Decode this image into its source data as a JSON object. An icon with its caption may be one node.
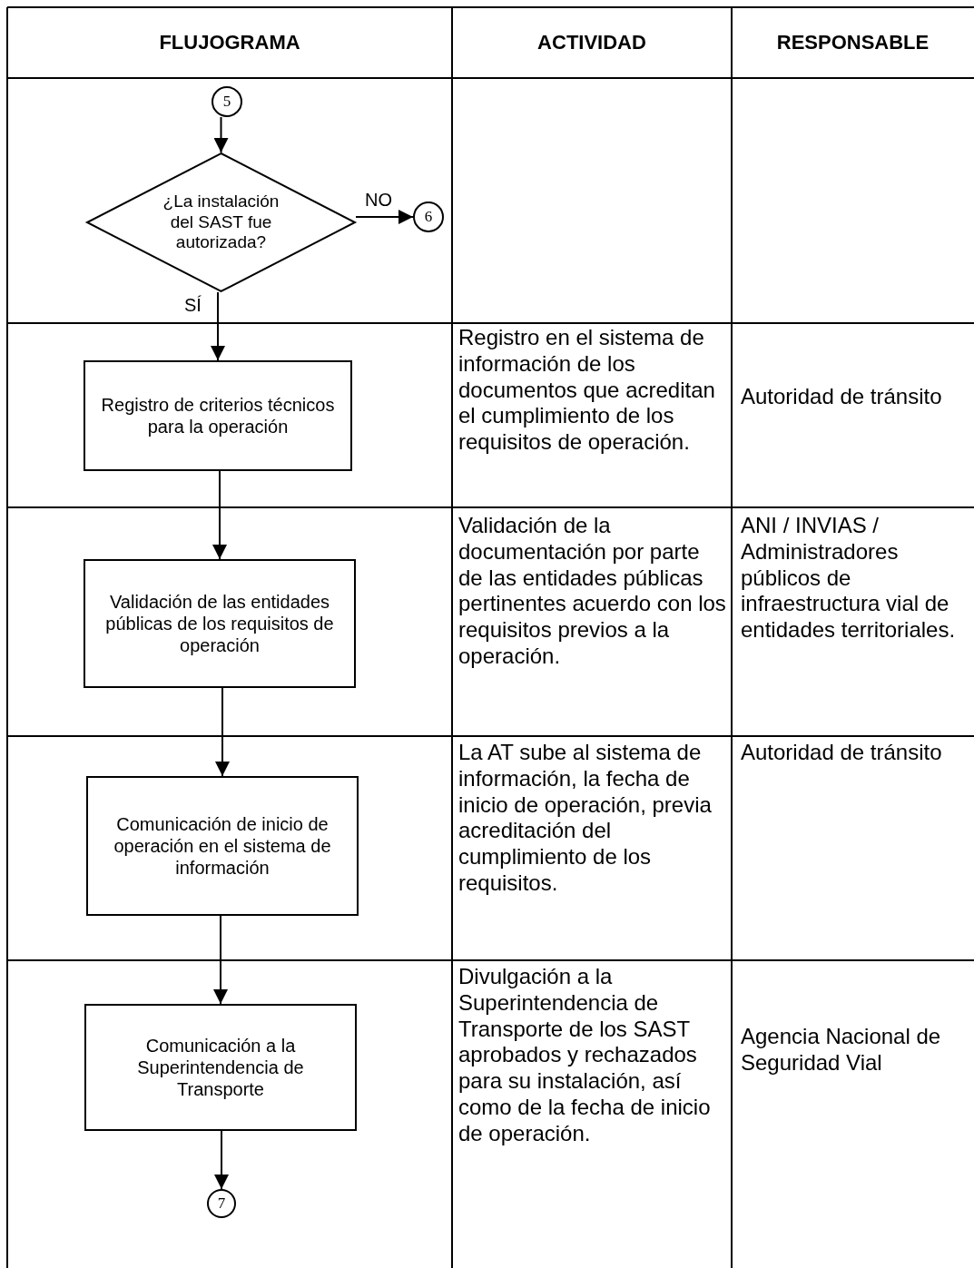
{
  "diagram": {
    "nodes": [
      {
        "text": [
          "5"
        ]
      },
      {
        "text": [
          "¿La instalación del SAST fue autorizada?"
        ]
      },
      {
        "text": [
          "6"
        ]
      },
      {
        "text": [
          "Registro de criterios técnicos para la operación"
        ]
      },
      {
        "text": [
          "Validación de las entidades públicas de los requisitos de operación"
        ]
      },
      {
        "text": [
          "Comunicación de inicio de operación en el sistema de información"
        ]
      },
      {
        "text": [
          "Comunicación a la Superintendencia de Transporte"
        ]
      },
      {
        "text": [
          "7"
        ]
      }
    ],
    "edges": [
      {
        "from": 0,
        "to": 1,
        "arrow": "to"
      },
      {
        "from": 1,
        "to": 2,
        "arrow": "to",
        "label": "NO"
      },
      {
        "from": 1,
        "to": 3,
        "arrow": "to",
        "label": "SÍ"
      },
      {
        "from": 3,
        "to": 4,
        "arrow": "to"
      },
      {
        "from": 4,
        "to": 5,
        "arrow": "to"
      },
      {
        "from": 5,
        "to": 6,
        "arrow": "to"
      },
      {
        "from": 6,
        "to": 7,
        "arrow": "to"
      }
    ],
    "labels": [
      "FLUJOGRAMA",
      "ACTIVIDAD",
      "RESPONSABLE",
      "Registro en el sistema de información de los documentos que acreditan el cumplimiento de los requisitos de operación.",
      "Autoridad de tránsito",
      "Validación de la documentación por parte de las entidades públicas pertinentes acuerdo con los requisitos previos a la operación.",
      "ANI / INVIAS / Administradores públicos de infraestructura vial de entidades territoriales.",
      "La AT sube al sistema de información, la fecha de inicio de operación, previa acreditación del cumplimiento de los requisitos.",
      "Autoridad de tránsito",
      "Divulgación a la Superintendencia de Transporte de los SAST aprobados y rechazados para su instalación, así como de la fecha de  inicio de operación.",
      "Agencia Nacional de Seguridad Vial"
    ]
  }
}
